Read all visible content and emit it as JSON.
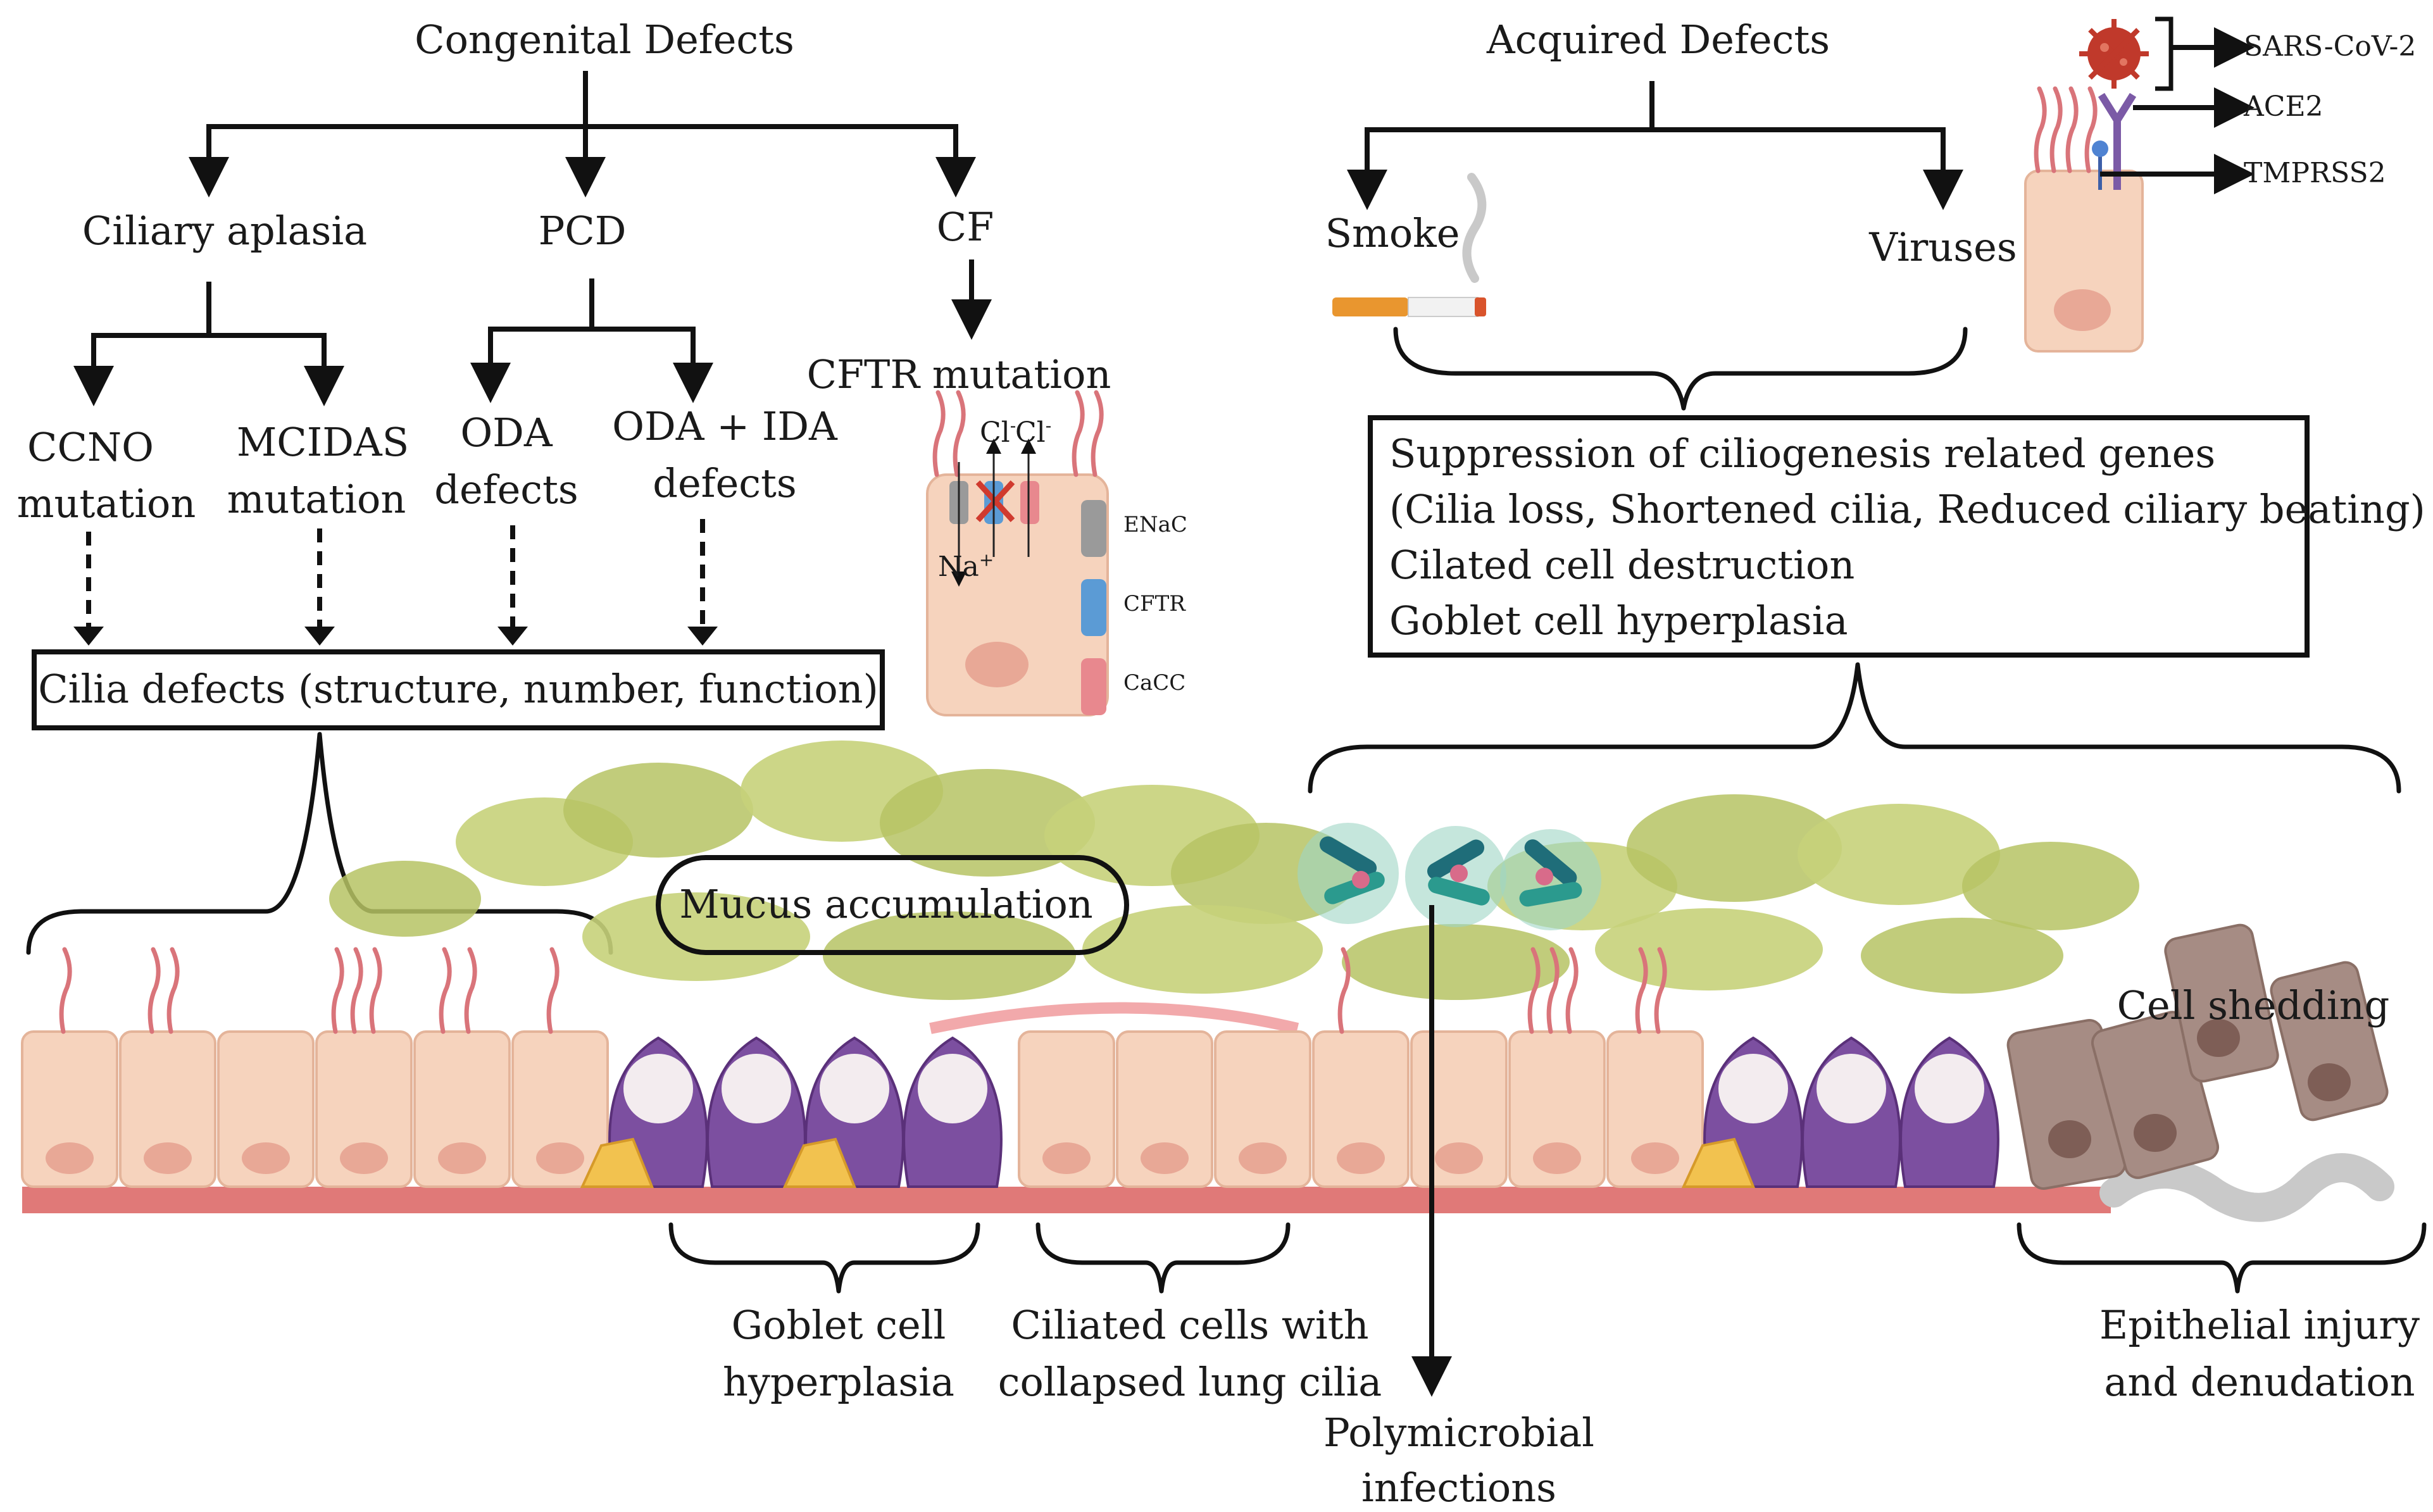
{
  "left_branch": {
    "title": "Congenital Defects",
    "ciliary_aplasia": "Ciliary aplasia",
    "pcd": "PCD",
    "cf": "CF",
    "ccno": [
      "CCNO",
      "mutation"
    ],
    "mcidas": [
      "MCIDAS",
      "mutation"
    ],
    "oda": [
      "ODA",
      "defects"
    ],
    "oda_ida": [
      "ODA + IDA",
      "defects"
    ],
    "cftr_mutation": "CFTR mutation",
    "cilia_defects_box": "Cilia defects (structure, number, function)"
  },
  "cf_cell": {
    "cl_label": "Cl",
    "cl_superscript": "-",
    "na_label": "Na",
    "na_superscript": "+",
    "legend": [
      {
        "label": "ENaC",
        "color": "#9a9a9a"
      },
      {
        "label": "CFTR",
        "color": "#5b9bd5"
      },
      {
        "label": "CaCC",
        "color": "#e8888e"
      }
    ]
  },
  "right_branch": {
    "title": "Acquired Defects",
    "smoke": "Smoke",
    "viruses": "Viruses",
    "sars": "SARS-CoV-2",
    "ace2": "ACE2",
    "tmprss2": "TMPRSS2",
    "box_lines": [
      "Suppression of ciliogenesis related genes",
      "(Cilia loss, Shortened cilia, Reduced ciliary beating)",
      "Cilated cell destruction",
      "Goblet cell hyperplasia"
    ]
  },
  "tissue": {
    "mucus_label": "Mucus accumulation",
    "cell_shedding": "Cell shedding",
    "goblet_label": [
      "Goblet cell",
      "hyperplasia"
    ],
    "collapsed_label": [
      "Ciliated cells with",
      "collapsed lung cilia"
    ],
    "poly_label": [
      "Polymicrobial",
      "infections"
    ],
    "injury_label": [
      "Epithelial injury",
      "and denudation"
    ]
  },
  "colors": {
    "cell": "#f6d3bd",
    "goblet": "#7c4fa0",
    "mucus": "#b6c364",
    "cilia": "#d9747a",
    "membrane": "#e07978",
    "shed": "#a68c84",
    "virus": "#c0392b"
  }
}
